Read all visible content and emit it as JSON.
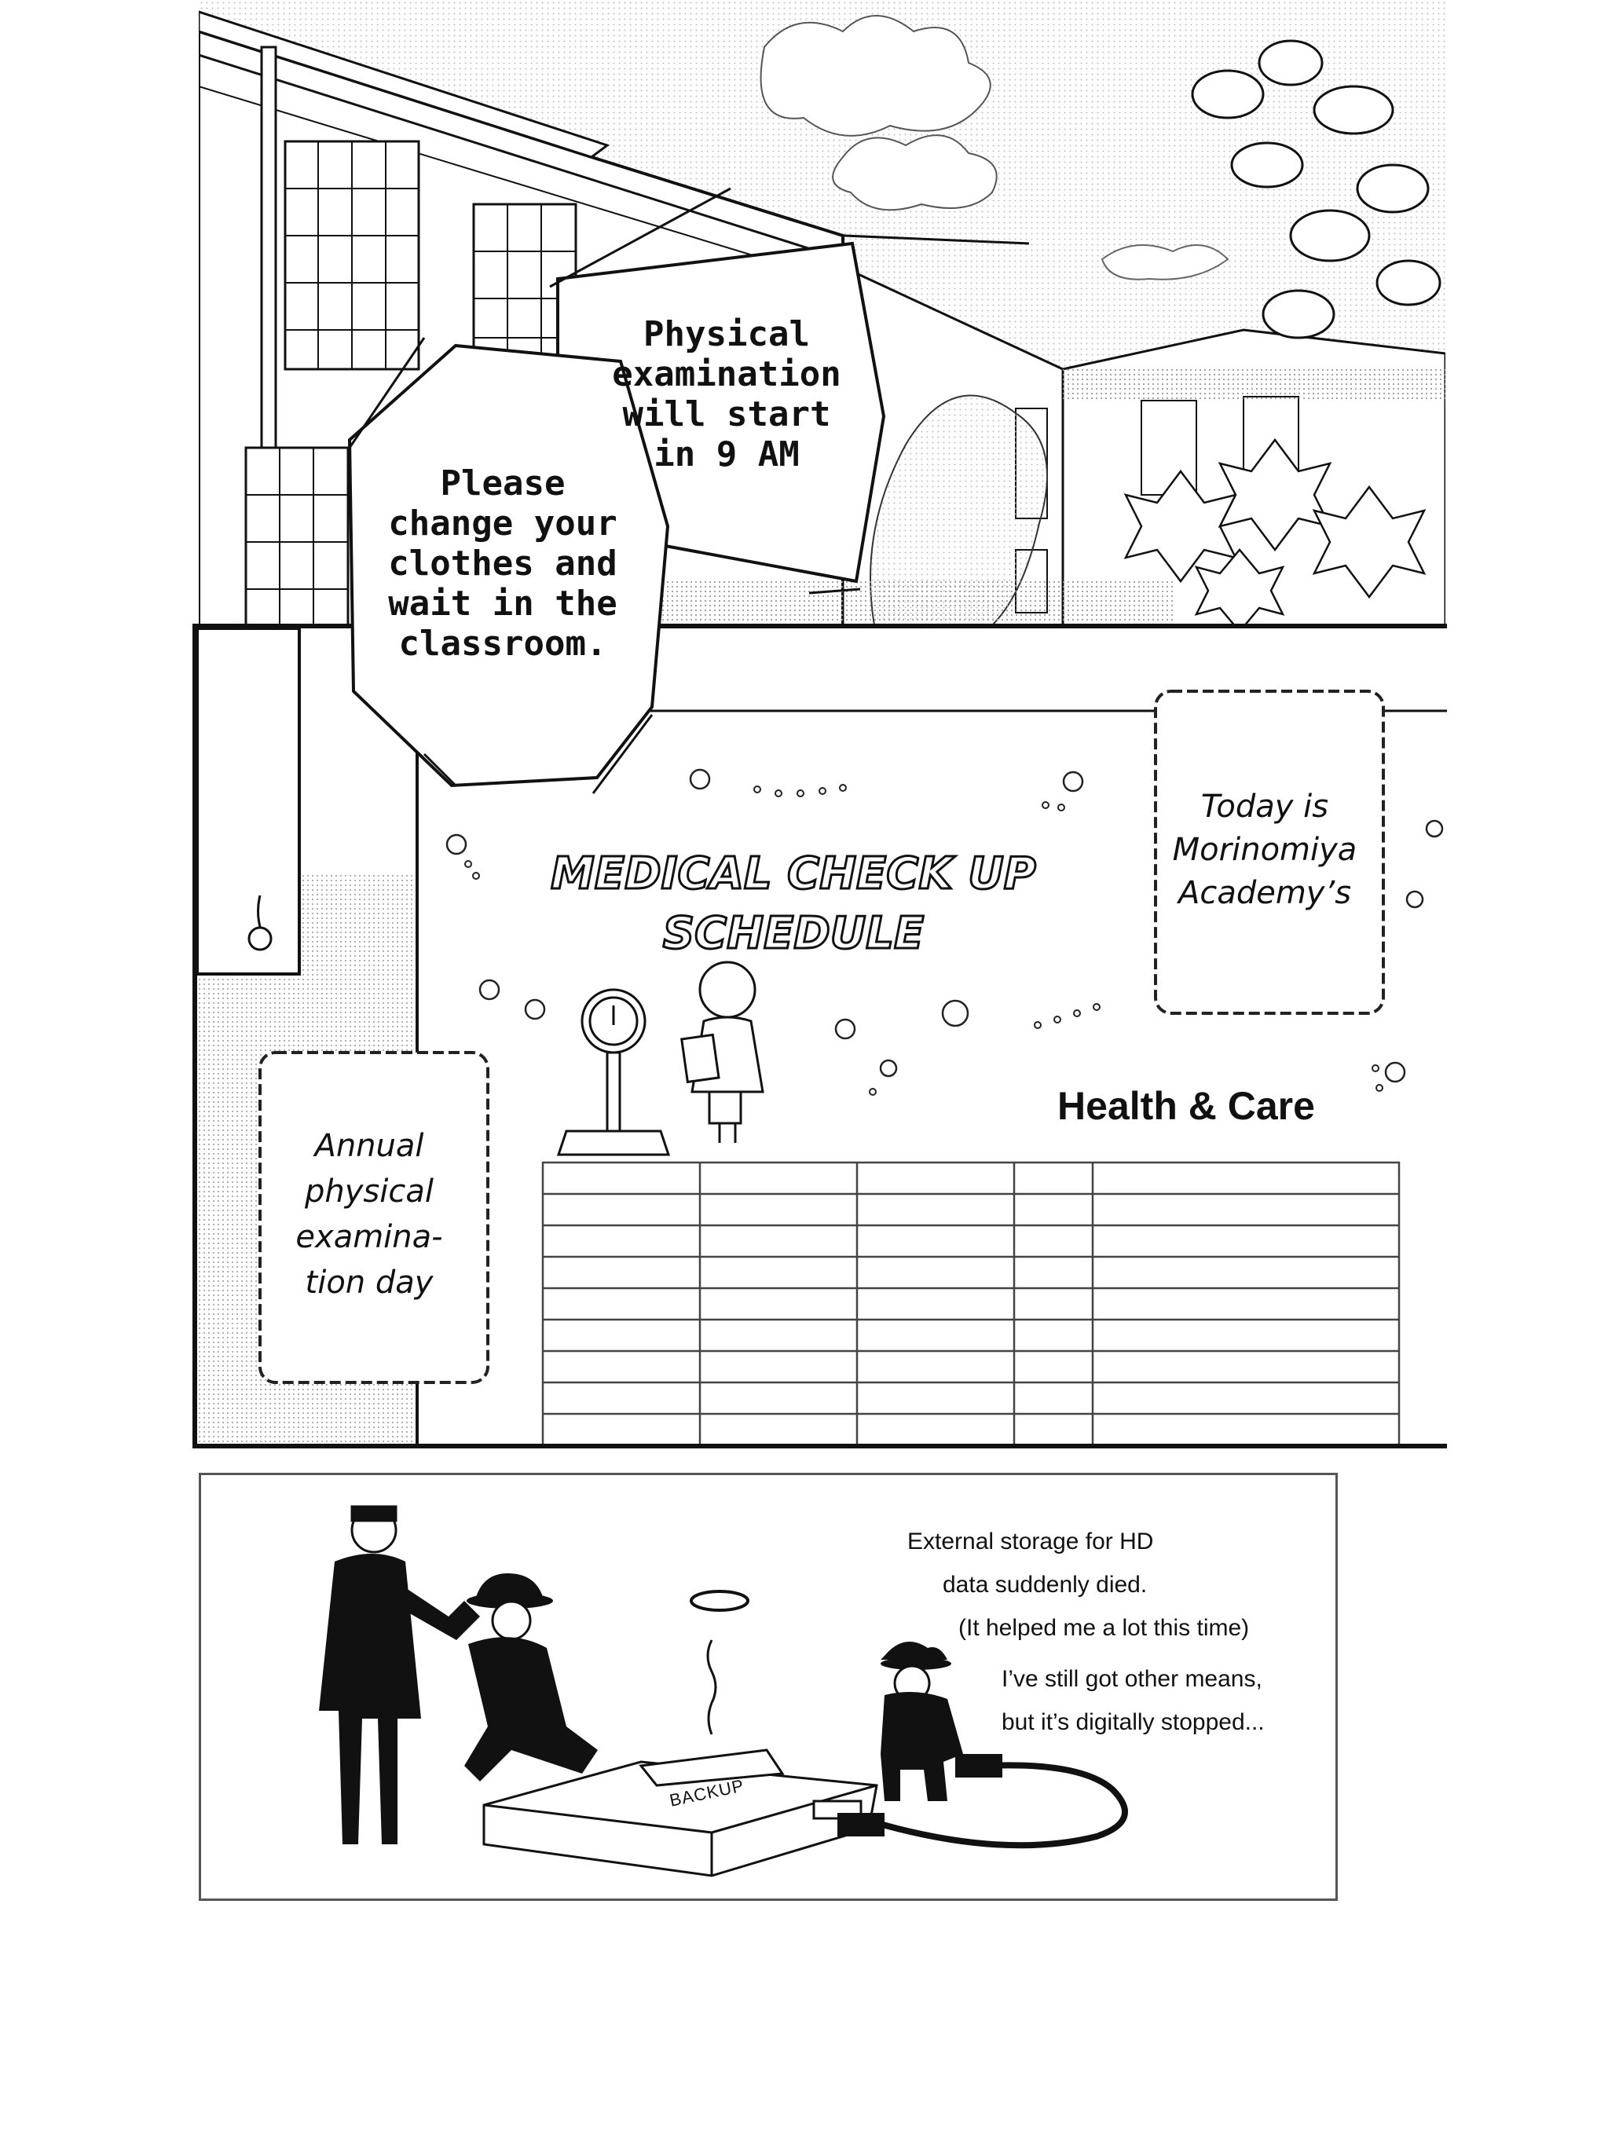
{
  "panel1": {
    "balloon_top": [
      "Physical",
      "examination",
      "will start",
      "in 9 AM"
    ],
    "balloon_left": [
      "Please",
      "change your",
      "clothes and",
      "wait in the",
      "classroom."
    ]
  },
  "panel2": {
    "board_title": [
      "MEDICAL CHECK UP",
      "SCHEDULE"
    ],
    "caption_right": [
      "Today is",
      "Morinomiya",
      "Academy’s"
    ],
    "caption_left": [
      "Annual",
      "physical",
      "examina-",
      "tion day"
    ],
    "board_heading": "Health & Care"
  },
  "panel3": {
    "note_lines": [
      "External storage for HD",
      "data suddenly died.",
      "(It helped me a lot this time)",
      "I’ve still got other means,",
      "but it’s digitally stopped..."
    ],
    "device_label": "BACKUP"
  }
}
